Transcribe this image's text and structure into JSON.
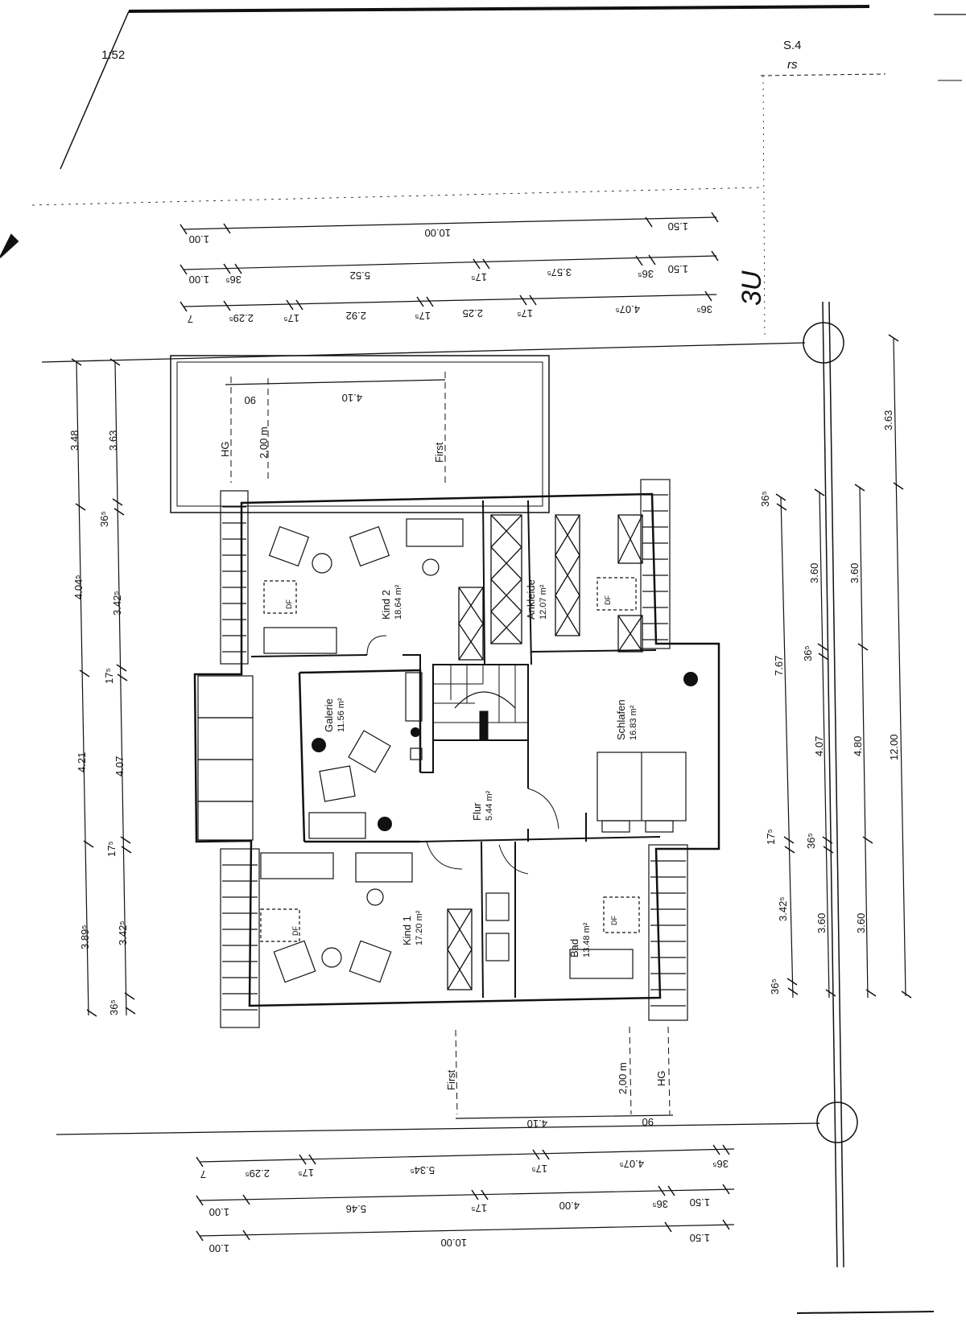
{
  "header": {
    "time": "1:52",
    "page": "S.4",
    "mark": "rs"
  },
  "margin_note": "3U",
  "rooms": {
    "kind2": {
      "name": "Kind 2",
      "area": "18.64 m²"
    },
    "ankleide": {
      "name": "Ankleide",
      "area": "12.07 m²"
    },
    "galerie": {
      "name": "Galerie",
      "area": "11.56 m²"
    },
    "schlafen": {
      "name": "Schlafen",
      "area": "16.83 m²"
    },
    "flur": {
      "name": "Flur",
      "area": "5.44 m²"
    },
    "kind1": {
      "name": "Kind 1",
      "area": "17.20 m²"
    },
    "bad": {
      "name": "Bad",
      "area": "13.48 m²"
    }
  },
  "roof_section_top": {
    "hg": "HG",
    "height": "2,00 m",
    "first": "First",
    "dim_a": "90",
    "dim_b": "4.10"
  },
  "roof_section_bottom": {
    "first": "First",
    "height": "2,00 m",
    "hg": "HG",
    "dim_a": "4.10",
    "dim_b": "90"
  },
  "dims_top": {
    "row1": [
      "1.00",
      "10.00",
      "1.50"
    ],
    "row2": [
      "1.00",
      "36⁵",
      "5.52",
      "17⁵",
      "3.57⁵",
      "36⁵",
      "1.50"
    ],
    "row3": [
      "7",
      "2.29⁵",
      "17⁵",
      "2.92",
      "17⁵",
      "2.25",
      "17⁵",
      "4.07⁵",
      "36⁵"
    ]
  },
  "dims_bottom": {
    "row1": [
      "7",
      "2.29⁵",
      "17⁵",
      "5.34⁵",
      "17⁵",
      "4.07⁵",
      "36⁵"
    ],
    "row2": [
      "1.00",
      "5.46",
      "17⁵",
      "4.00",
      "36⁵",
      "1.50"
    ],
    "row3": [
      "1.00",
      "10.00",
      "1.50"
    ]
  },
  "dims_left": {
    "outer": [
      "3.48",
      "4.04⁵",
      "4.21",
      "3.89⁵"
    ],
    "inner": [
      "3.63",
      "36⁵",
      "3.42⁵",
      "17⁵",
      "4.07",
      "17⁵",
      "3.42⁵",
      "36⁵"
    ]
  },
  "dims_right": {
    "col1": [
      "36⁵",
      "7.67",
      "17⁵",
      "3.42⁵",
      "36⁵"
    ],
    "col2": [
      "3.60",
      "36⁵",
      "4.07",
      "36⁵",
      "3.60"
    ],
    "col3": [
      "3.60",
      "4.80",
      "3.60"
    ],
    "col4": [
      "3.63",
      "12.00"
    ]
  },
  "symbols": {
    "window": "DF"
  }
}
